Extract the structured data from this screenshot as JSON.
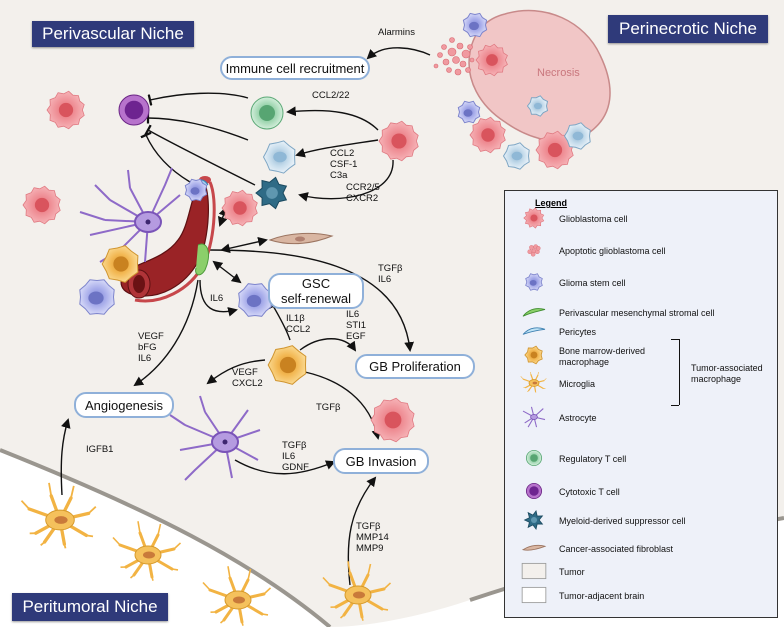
{
  "niches": {
    "perivascular": "Perivascular Niche",
    "perinecrotic": "Perinecrotic Niche",
    "peritumoral": "Peritumoral Niche"
  },
  "necrosis_label": "Necrosis",
  "processes": {
    "immune_recruitment": "Immune cell recruitment",
    "gsc_self_renewal": "GSC\nself-renewal",
    "gb_proliferation": "GB Proliferation",
    "angiogenesis": "Angiogenesis",
    "gb_invasion": "GB Invasion"
  },
  "factor_labels": {
    "alarmins": "Alarmins",
    "ccl2_22": "CCL2/22",
    "ccl2_csf1_c3a": "CCL2\nCSF-1\nC3a",
    "ccr2_5_cxcr2": "CCR2/5\nCXCR2",
    "tgfb_il6_top": "TGFβ\nIL6",
    "il6_vessel": "IL6",
    "il1b_ccl2": "IL1β\nCCL2",
    "il6_sti1_egf": "IL6\nSTI1\nEGF",
    "vegf_bfg_il6": "VEGF\nbFG\nIL6",
    "vegf_cxcl2": "VEGF\nCXCL2",
    "tgfb_mac": "TGFβ",
    "tgfb_il6_gdnf": "TGFβ\nIL6\nGDNF",
    "igfb1": "IGFB1",
    "tgfb_mmp": "TGFβ\nMMP14\nMMP9"
  },
  "legend": {
    "title": "Legend",
    "items": [
      {
        "label": "Glioblastoma cell",
        "icon": "glioblastoma-cell-icon"
      },
      {
        "label": "Apoptotic glioblastoma cell",
        "icon": "apoptotic-cell-icon"
      },
      {
        "label": "Glioma stem cell",
        "icon": "glioma-stem-cell-icon"
      },
      {
        "label": "Perivascular mesenchymal stromal cell",
        "icon": "stromal-cell-icon"
      },
      {
        "label": "Pericytes",
        "icon": "pericyte-icon"
      },
      {
        "label": "Bone marrow-derived\nmacrophage",
        "icon": "macrophage-icon"
      },
      {
        "label": "Microglia",
        "icon": "microglia-icon"
      },
      {
        "label": "Astrocyte",
        "icon": "astrocyte-icon"
      },
      {
        "label": "Regulatory T cell",
        "icon": "regulatory-t-cell-icon"
      },
      {
        "label": "Cytotoxic T cell",
        "icon": "cytotoxic-t-cell-icon"
      },
      {
        "label": "Myeloid-derived suppressor cell",
        "icon": "mdsc-icon"
      },
      {
        "label": "Cancer-associated fibroblast",
        "icon": "fibroblast-icon"
      },
      {
        "label": "Tumor",
        "icon": "tumor-swatch"
      },
      {
        "label": "Tumor-adjacent brain",
        "icon": "brain-swatch"
      }
    ],
    "group_label": "Tumor-associated\nmacrophage"
  },
  "colors": {
    "tumor_bg": "#f3f0ec",
    "brain_bg": "#ffffff",
    "niche_box": "#2f3a7a",
    "pill_border": "#8fb0d9",
    "gb_cell": "#f2a2a8",
    "necrosis": "#f1c6c6",
    "gsc": "#b8bdf0",
    "macrophage": "#f5c15c",
    "treg": "#a6d8b6",
    "ctl": "#8c3ea6",
    "mdsc": "#2f6b86",
    "vessel": "#8e1f22",
    "astrocyte": "#8e6ac8",
    "legend_bg": "#eef1f9"
  }
}
